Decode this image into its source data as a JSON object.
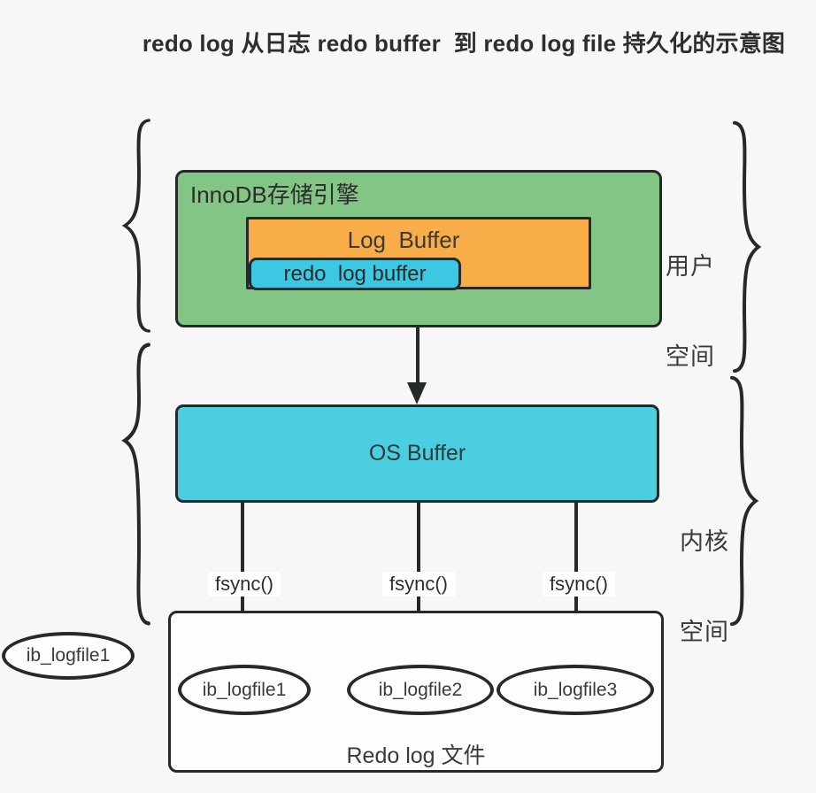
{
  "title": "redo log 从日志 redo buffer  到 redo log file 持久化的示意图",
  "colors": {
    "bg": "#f7f7f8",
    "stroke": "#26292a",
    "text": "#2e2e2e",
    "green": "#82c585",
    "orange": "#f9ad49",
    "cyan": "#3cc7e2",
    "os-cyan": "#4bcedf",
    "box-fill": "#fdfdfd"
  },
  "side_labels": {
    "user_space": {
      "line1": "用户",
      "line2": "空间"
    },
    "kernel_space": {
      "line1": "内核",
      "line2": "空间"
    }
  },
  "boxes": {
    "innodb": "InnoDB存储引擎",
    "log_buffer": "Log  Buffer",
    "redo_log_buffer": "redo  log buffer",
    "os_buffer": "OS Buffer",
    "redo_files": "Redo log 文件"
  },
  "fsync_labels": [
    "fsync()",
    "fsync()",
    "fsync()"
  ],
  "log_files": [
    "ib_logfile1",
    "ib_logfile2",
    "ib_logfile3"
  ],
  "external_file": "ib_logfile1"
}
